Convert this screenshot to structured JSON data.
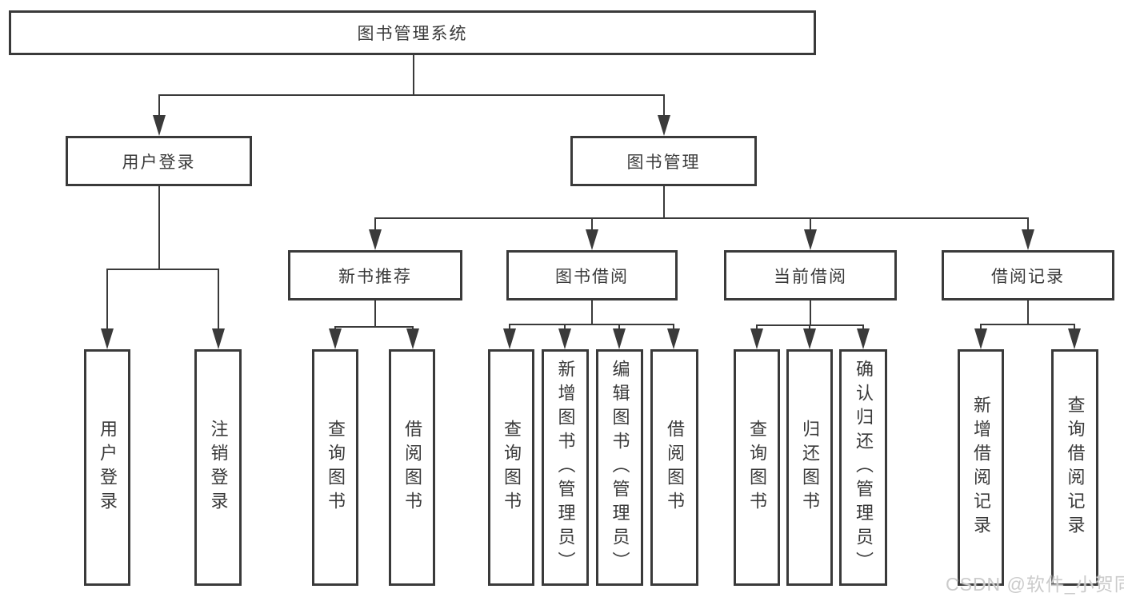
{
  "diagram": {
    "title": "图书管理系统",
    "level2": {
      "user_login": "用户登录",
      "book_mgmt": "图书管理"
    },
    "level3": {
      "new_books": "新书推荐",
      "borrowing": "图书借阅",
      "current": "当前借阅",
      "records": "借阅记录"
    },
    "leaves": {
      "g1": [
        "用户登录",
        "注销登录"
      ],
      "g2": [
        "查询图书",
        "借阅图书"
      ],
      "g3": [
        "查询图书",
        "新增图书（管理员）",
        "编辑图书（管理员）",
        "借阅图书"
      ],
      "g4": [
        "查询图书",
        "归还图书",
        "确认归还（管理员）"
      ],
      "g5": [
        "新增借阅记录",
        "查询借阅记录"
      ]
    },
    "watermark": "CSDN @软件_小贺同学",
    "colors": {
      "line": "#3a3a3a",
      "border": "#3a3a3a",
      "text": "#3a3a3a",
      "background": "#ffffff",
      "watermark": "#cbcbcb"
    }
  }
}
